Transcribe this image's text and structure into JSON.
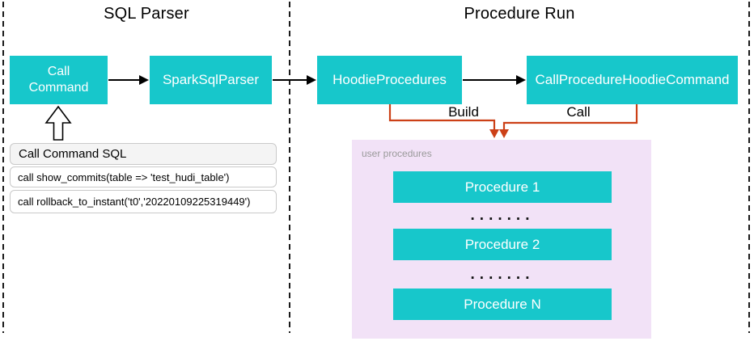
{
  "diagram": {
    "sections": [
      {
        "id": "sql-parser",
        "title": "SQL Parser"
      },
      {
        "id": "procedure-run",
        "title": "Procedure Run"
      }
    ],
    "nodes": {
      "call_command": "Call Command",
      "spark_sql_parser": "SparkSqlParser",
      "hoodie_procedures": "HoodieProcedures",
      "call_procedure_hoodie_command": "CallProcedureHoodieCommand"
    },
    "sql_card": {
      "title": "Call Command SQL",
      "examples": [
        "call show_commits(table => 'test_hudi_table')",
        "call rollback_to_instant('t0','20220109225319449')"
      ]
    },
    "edge_labels": {
      "build": "Build",
      "call": "Call"
    },
    "user_procedures": {
      "label": "user procedures",
      "items": [
        "Procedure 1",
        "Procedure 2",
        "Procedure N"
      ],
      "dots": "......."
    },
    "colors": {
      "node_fill": "#17C7CB",
      "node_text": "#FFFFFF",
      "connector_orange": "#CC4017",
      "panel_fill": "#F2E2F7",
      "arrow_black": "#000000",
      "card_header_bg": "#F4F4F4",
      "card_border": "#C9C9C9",
      "panel_label_gray": "#9A9A9A"
    }
  }
}
